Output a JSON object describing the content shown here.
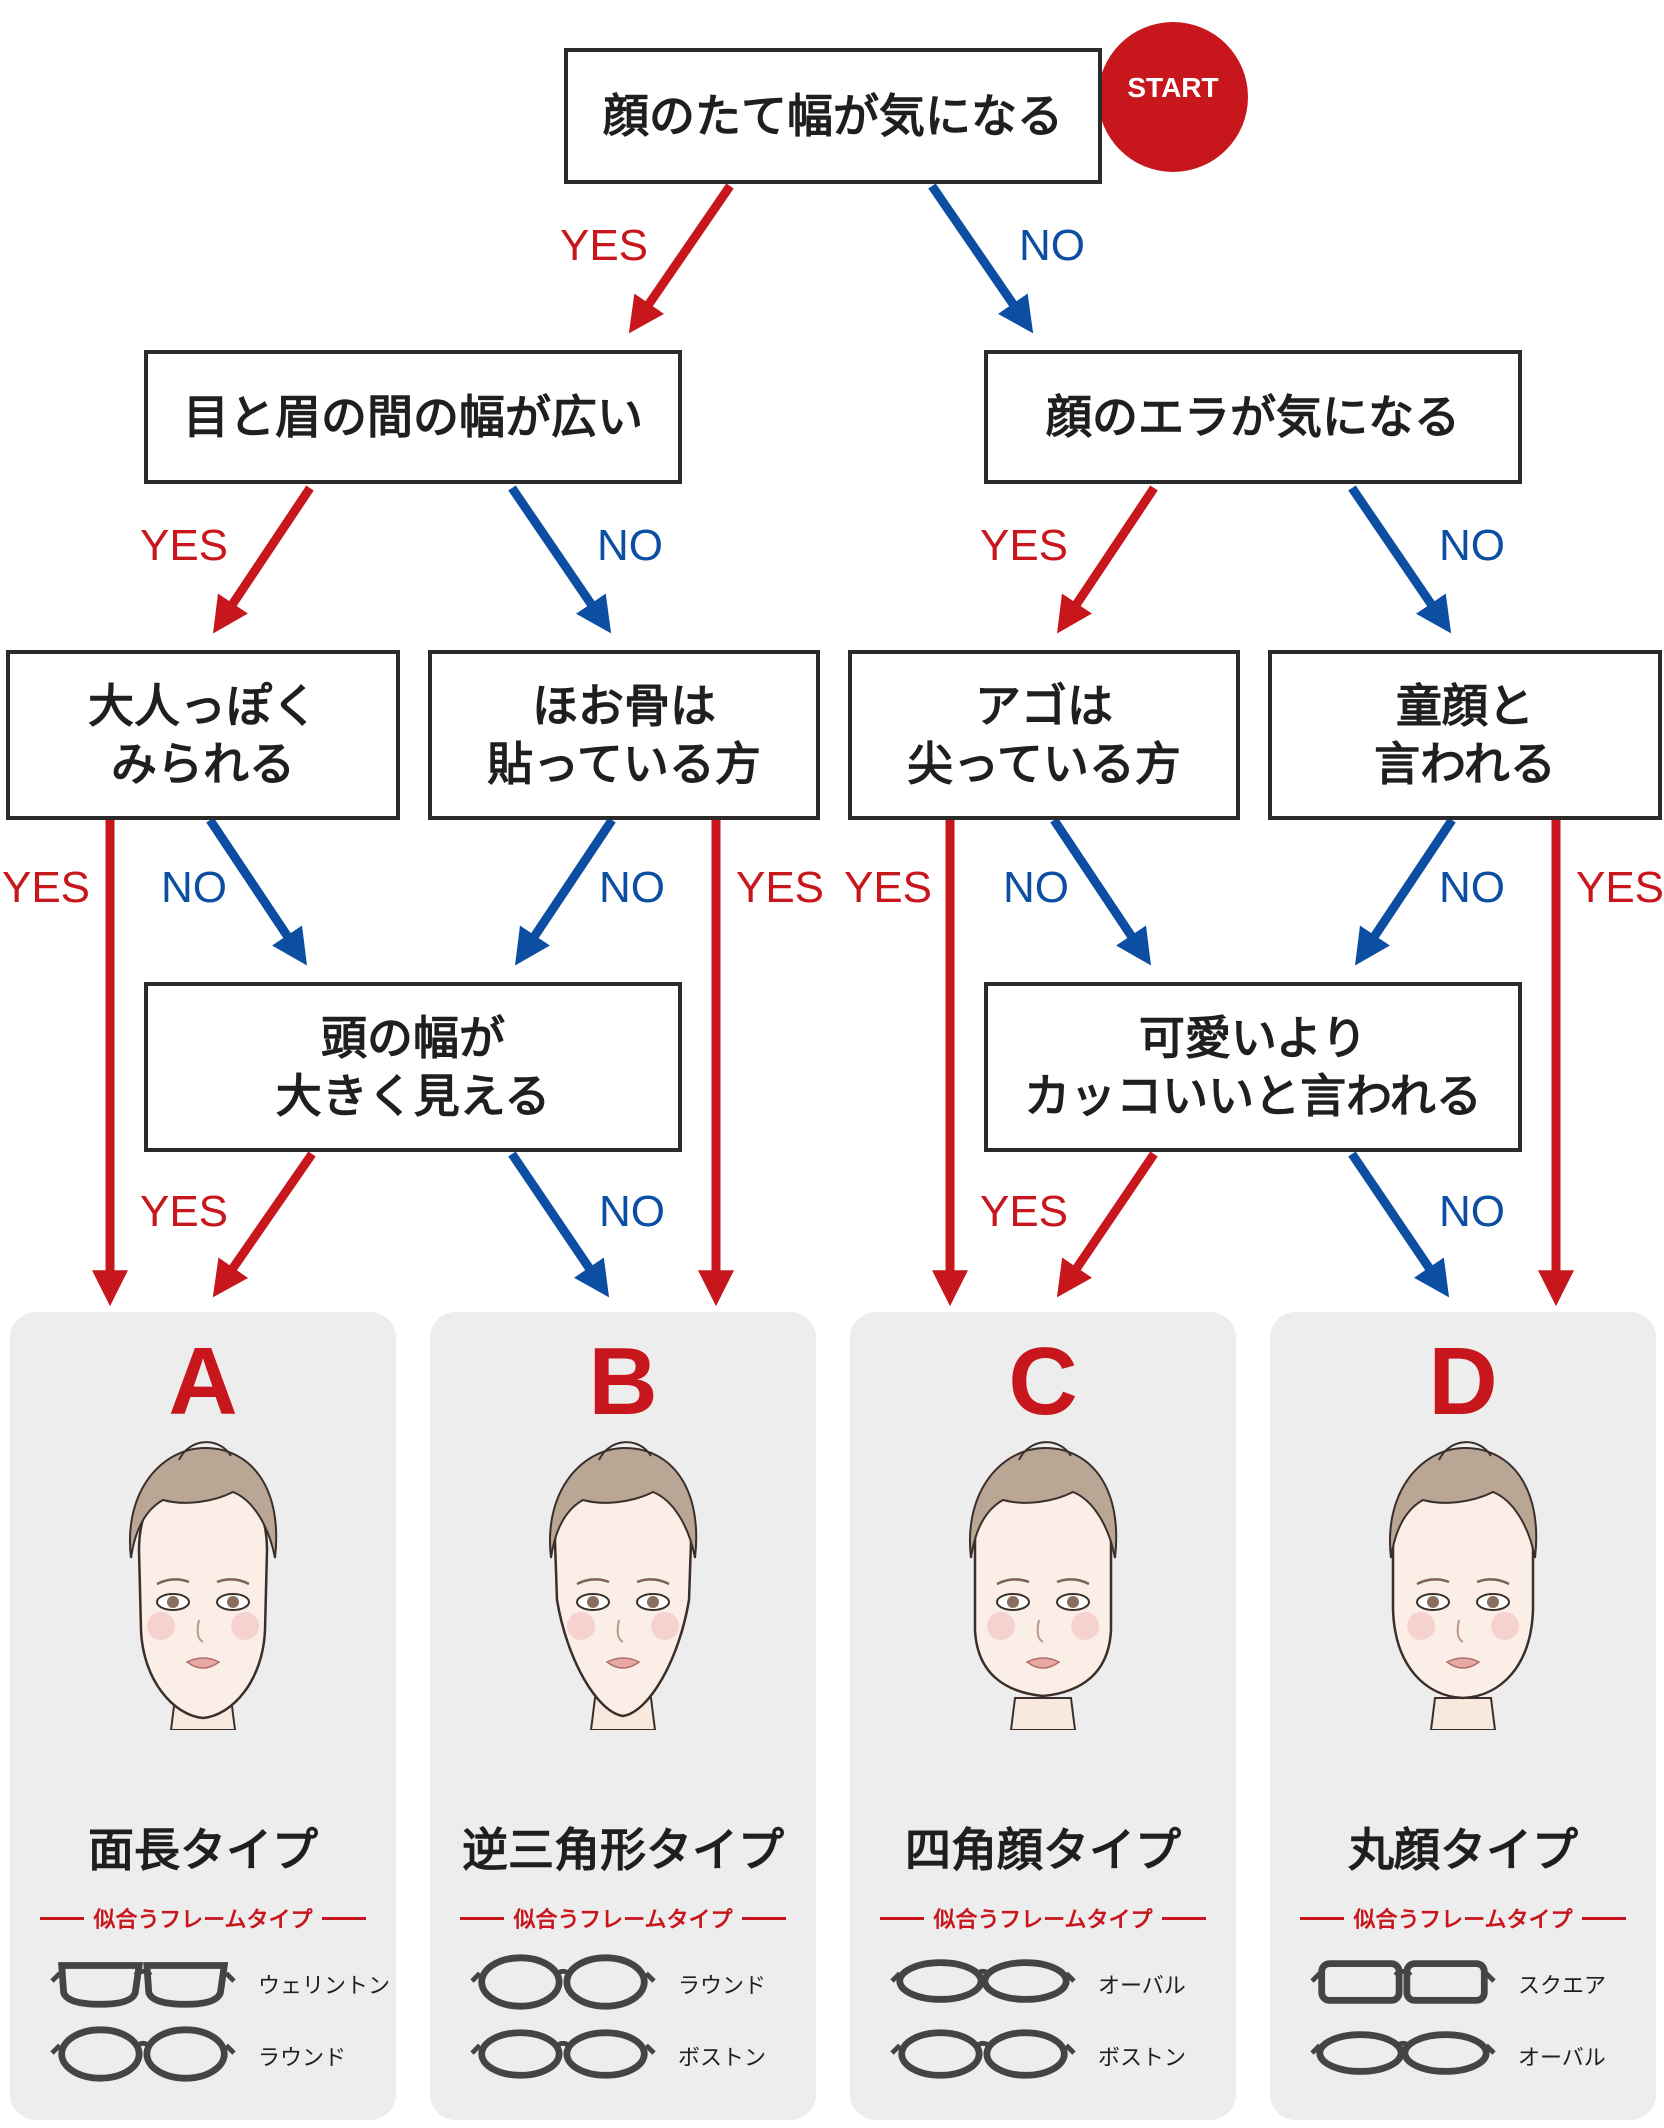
{
  "start_badge": "START",
  "questions": {
    "q1": "顔のたて幅が気になる",
    "q2": "目と眉の間の幅が広い",
    "q3": "顔のエラが気になる",
    "q4": "大人っぽく\nみられる",
    "q5": "ほお骨は\n貼っている方",
    "q6": "アゴは\n尖っている方",
    "q7": "童顔と\n言われる",
    "q8": "頭の幅が\n大きく見える",
    "q9": "可愛いより\nカッコいいと言われる"
  },
  "answers": {
    "yes": "YES",
    "no": "NO"
  },
  "colors": {
    "yes": "#c8161d",
    "no": "#0b4ea2",
    "box_border": "#2b2b2b",
    "card_bg": "#ededee"
  },
  "results": [
    {
      "letter": "A",
      "type": "面長タイプ",
      "suits": "似合うフレームタイプ",
      "frames": [
        {
          "name": "ウェリントン",
          "icon": "wellington-glasses-icon"
        },
        {
          "name": "ラウンド",
          "icon": "round-glasses-icon"
        }
      ]
    },
    {
      "letter": "B",
      "type": "逆三角形タイプ",
      "suits": "似合うフレームタイプ",
      "frames": [
        {
          "name": "ラウンド",
          "icon": "round-glasses-icon"
        },
        {
          "name": "ボストン",
          "icon": "boston-glasses-icon"
        }
      ]
    },
    {
      "letter": "C",
      "type": "四角顔タイプ",
      "suits": "似合うフレームタイプ",
      "frames": [
        {
          "name": "オーバル",
          "icon": "oval-glasses-icon"
        },
        {
          "name": "ボストン",
          "icon": "boston-glasses-icon"
        }
      ]
    },
    {
      "letter": "D",
      "type": "丸顔タイプ",
      "suits": "似合うフレームタイプ",
      "frames": [
        {
          "name": "スクエア",
          "icon": "square-glasses-icon"
        },
        {
          "name": "オーバル",
          "icon": "oval-glasses-icon"
        }
      ]
    }
  ]
}
